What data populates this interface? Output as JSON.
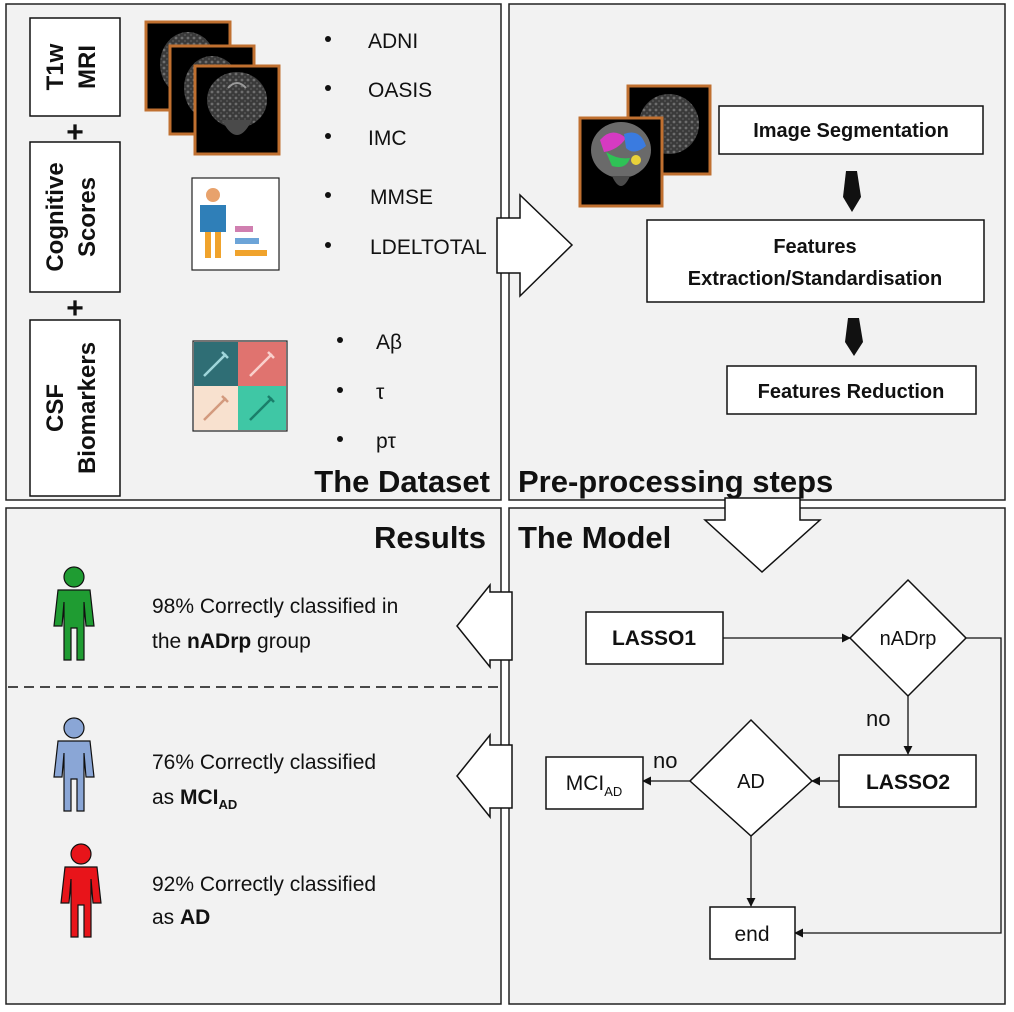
{
  "dataset": {
    "title": "The Dataset",
    "modalities": [
      {
        "line1": "T1w",
        "line2": "MRI"
      },
      {
        "line1": "Cognitive",
        "line2": "Scores"
      },
      {
        "line1": "CSF",
        "line2": "Biomarkers"
      }
    ],
    "plus": "+",
    "mri_sources": [
      "ADNI",
      "OASIS",
      "IMC"
    ],
    "cognitive_scores": [
      "MMSE",
      "LDELTOTAL"
    ],
    "csf_biomarkers": [
      "Aβ",
      "τ",
      "pτ"
    ]
  },
  "preprocessing": {
    "title": "Pre-processing steps",
    "steps": {
      "segmentation": "Image Segmentation",
      "extraction_line1": "Features",
      "extraction_line2": "Extraction/Standardisation",
      "reduction": "Features Reduction"
    }
  },
  "model": {
    "title": "The Model",
    "lasso1": "LASSO1",
    "lasso2": "LASSO2",
    "decision1": "nADrp",
    "decision2": "AD",
    "no_label_1": "no",
    "no_label_2": "no",
    "mci_main": "MCI",
    "mci_sub": "AD",
    "end": "end"
  },
  "results": {
    "title": "Results",
    "items": [
      {
        "color": "#1f9c32",
        "line1": "98% Correctly classified in",
        "line2_prefix": "the ",
        "line2_bold": "nADrp",
        "line2_bold_sub": "",
        "line2_suffix": " group"
      },
      {
        "color": "#8aa6d6",
        "line1": "76% Correctly classified",
        "line2_prefix": "as ",
        "line2_bold": "MCI",
        "line2_bold_sub": "AD",
        "line2_suffix": ""
      },
      {
        "color": "#e8141a",
        "line1": "92% Correctly classified",
        "line2_prefix": "as ",
        "line2_bold": "AD",
        "line2_bold_sub": "",
        "line2_suffix": ""
      }
    ]
  }
}
